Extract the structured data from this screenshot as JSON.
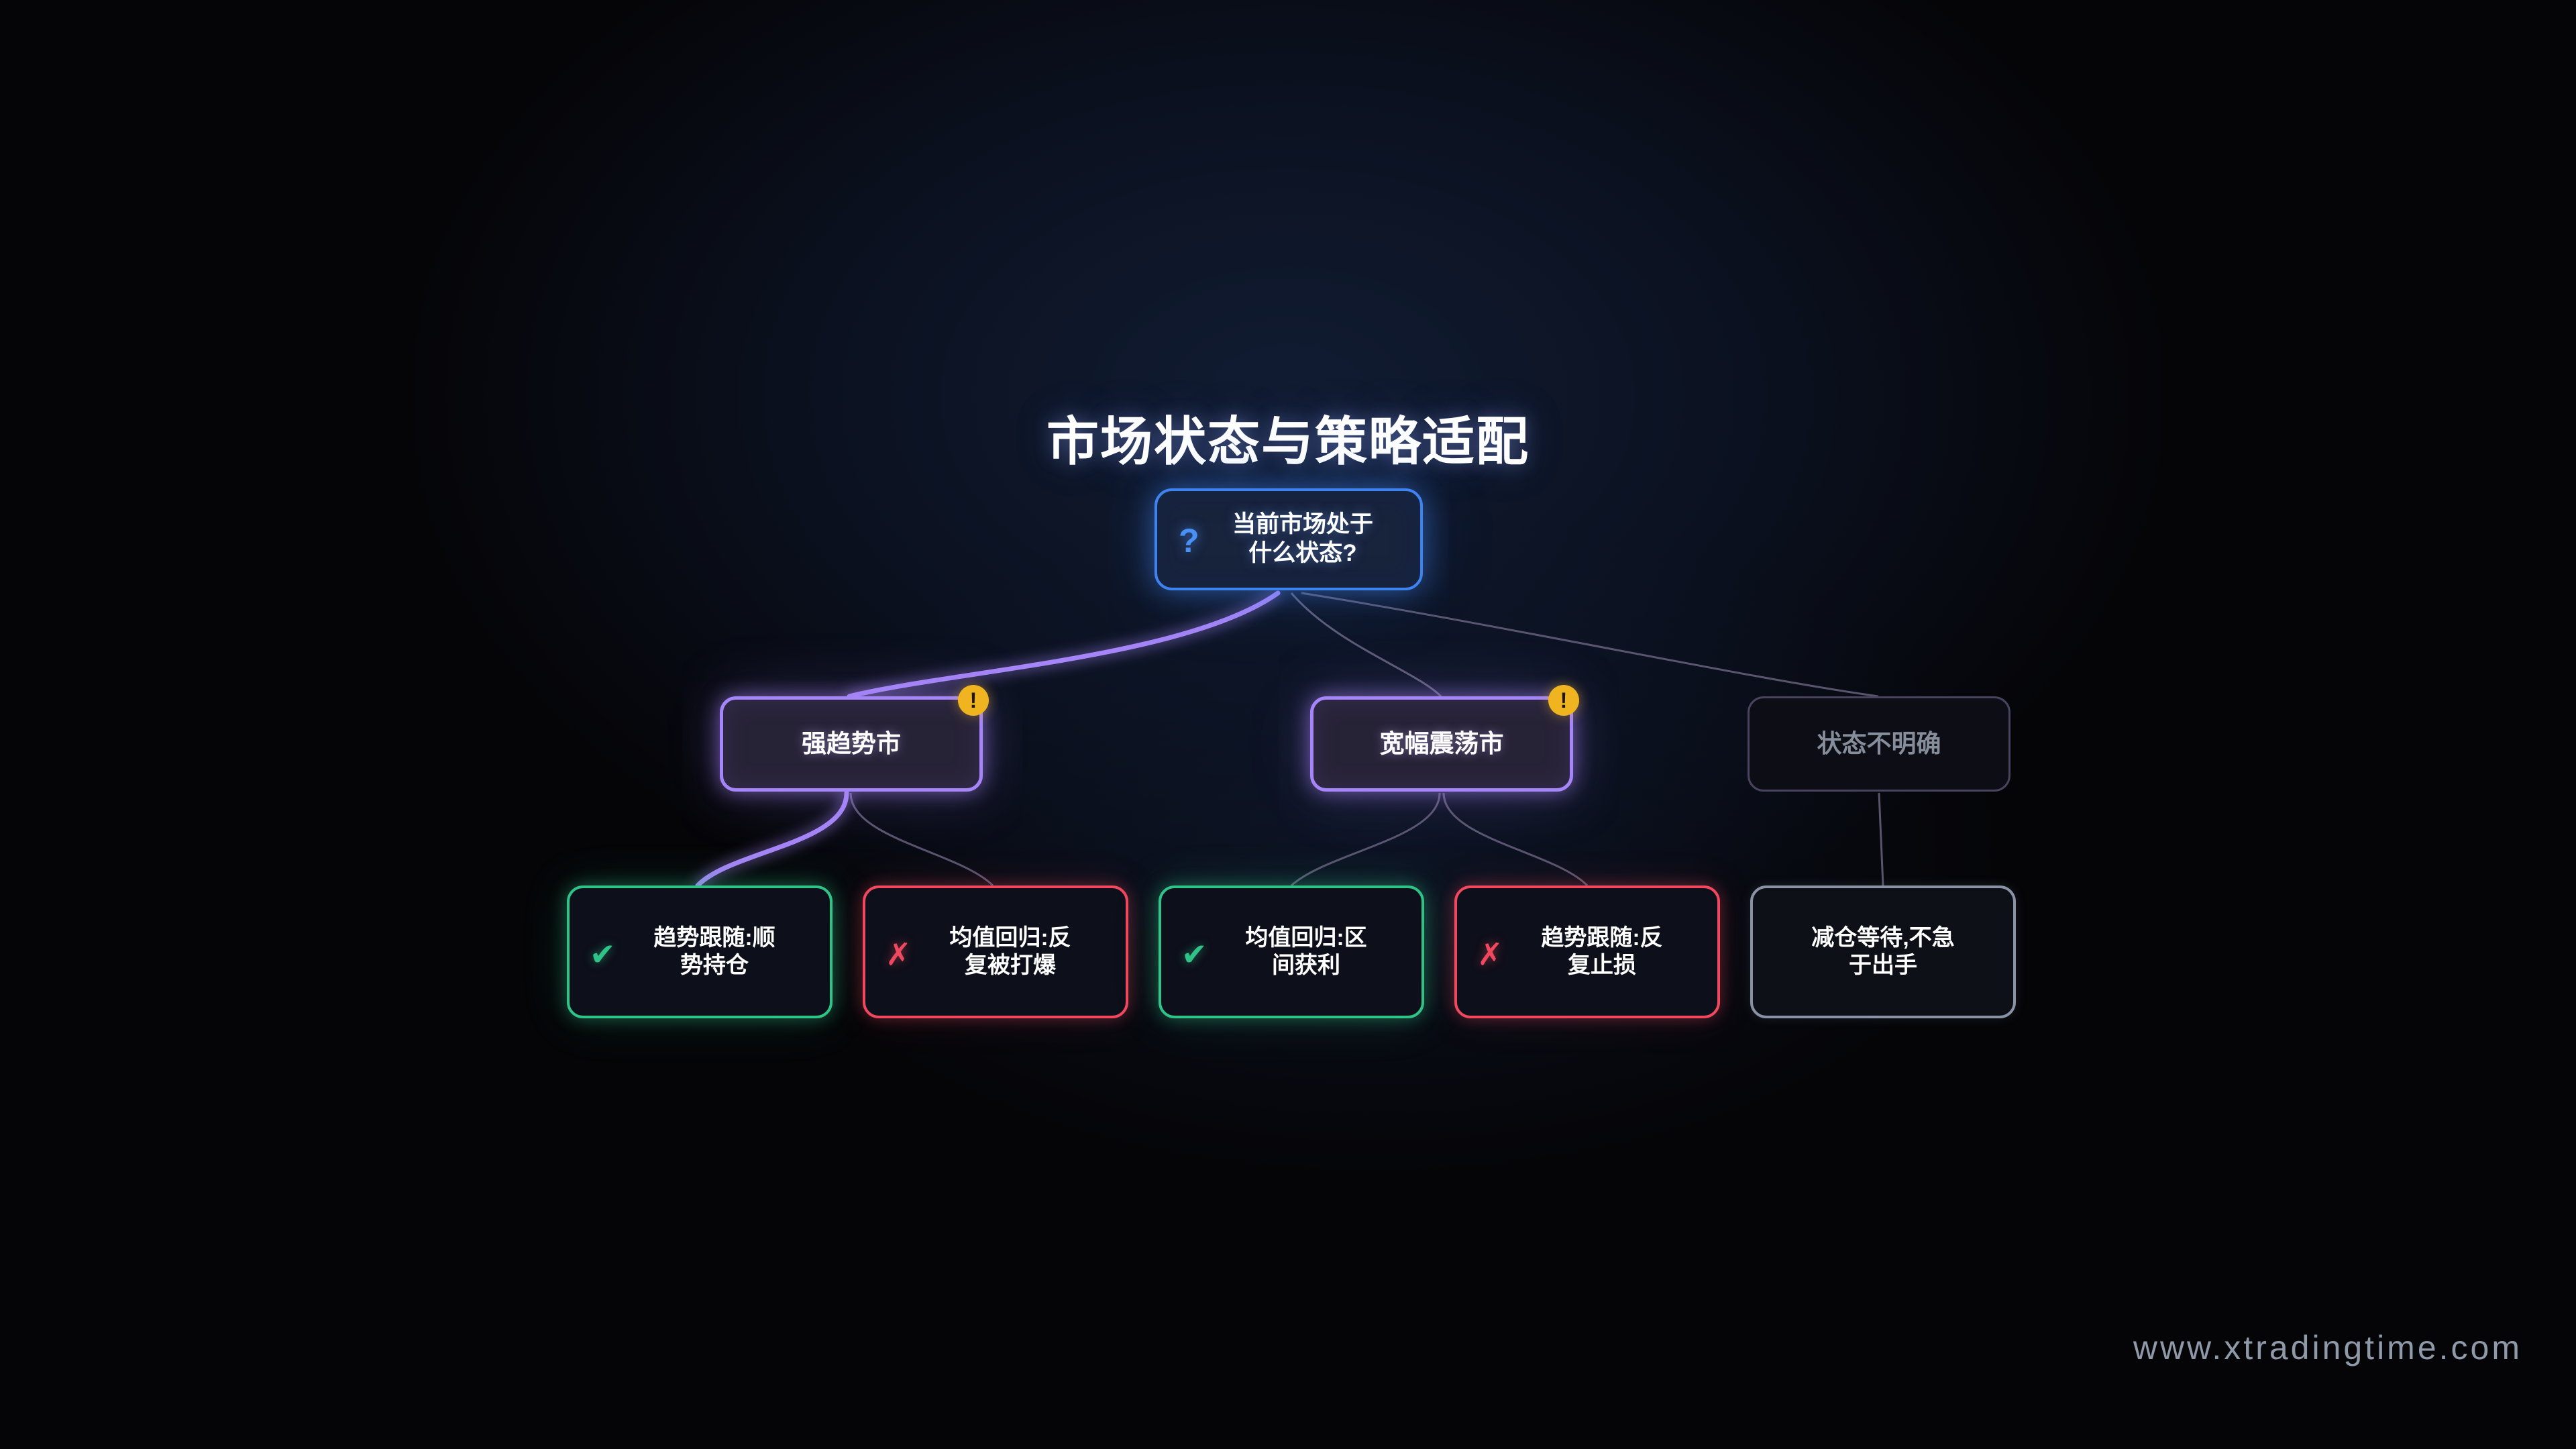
{
  "page": {
    "title": "市场状态与策略适配",
    "background_color": "#050508",
    "watermark": "www.xtradingtime.com"
  },
  "colors": {
    "root_border": "#3f83f0",
    "root_fill": "#18233c",
    "branch_border": "#a585f7",
    "branch_fill": "#272337",
    "branch_disabled_border": "#4a4360",
    "branch_disabled_text": "#868e9c",
    "good": "#2fc387",
    "bad": "#f0485e",
    "neutral": "#8a93a6",
    "badge": "#f0b421",
    "link_highlight": "#a585f7",
    "link_dim": "#6e6785",
    "watermark": "#8f99a8"
  },
  "diagram": {
    "root": {
      "label": "当前市场处于\n什么状态?",
      "icon": "question-mark-icon",
      "icon_glyph": "?"
    },
    "branches": [
      {
        "id": "strong-trend",
        "label": "强趋势市",
        "state": "active",
        "badge": "!",
        "badge_name": "warning-badge",
        "highlighted": true
      },
      {
        "id": "wide-range",
        "label": "宽幅震荡市",
        "state": "active",
        "badge": "!",
        "badge_name": "warning-badge",
        "highlighted": false
      },
      {
        "id": "unclear",
        "label": "状态不明确",
        "state": "disabled",
        "badge": null,
        "highlighted": false
      }
    ],
    "leaves": [
      {
        "id": "trend-follow-hold",
        "label": "趋势跟随:顺\n势持仓",
        "verdict": "good",
        "mark": "✔",
        "mark_name": "check-icon",
        "parent": "strong-trend",
        "highlighted": true
      },
      {
        "id": "mean-revert-blown",
        "label": "均值回归:反\n复被打爆",
        "verdict": "bad",
        "mark": "✗",
        "mark_name": "cross-icon",
        "parent": "strong-trend",
        "highlighted": false
      },
      {
        "id": "mean-revert-profit",
        "label": "均值回归:区\n间获利",
        "verdict": "good",
        "mark": "✔",
        "mark_name": "check-icon",
        "parent": "wide-range",
        "highlighted": false
      },
      {
        "id": "trend-follow-stopped",
        "label": "趋势跟随:反\n复止损",
        "verdict": "bad",
        "mark": "✗",
        "mark_name": "cross-icon",
        "parent": "wide-range",
        "highlighted": false
      },
      {
        "id": "reduce-wait",
        "label": "减仓等待,不急\n于出手",
        "verdict": "neutral",
        "mark": null,
        "mark_name": null,
        "parent": "unclear",
        "highlighted": false
      }
    ]
  }
}
